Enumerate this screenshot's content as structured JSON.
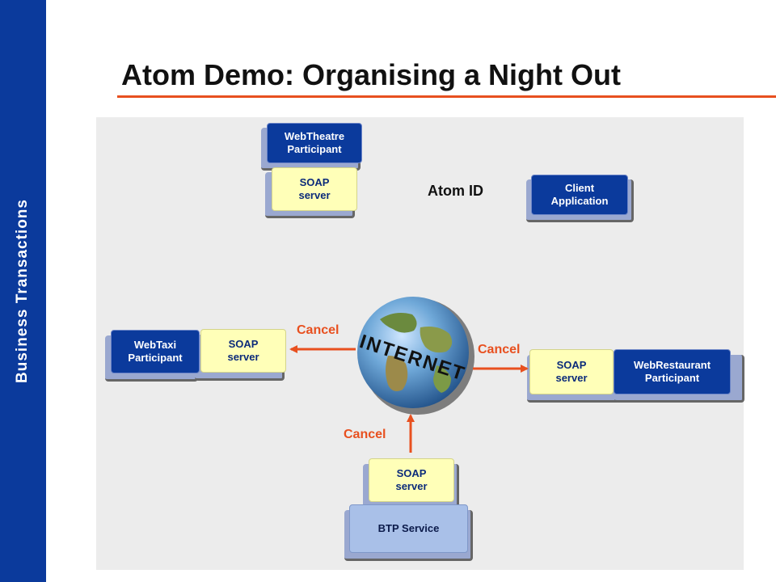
{
  "sidebar": {
    "label": "Business Transactions"
  },
  "slide": {
    "title": "Atom Demo: Organising a Night Out"
  },
  "diagram": {
    "atom_id_label": "Atom ID",
    "globe_label": "INTERNET",
    "cancel_label": "Cancel",
    "nodes": {
      "webtheatre": "WebTheatre\nParticipant",
      "soap_theatre": "SOAP\nserver",
      "client": "Client\nApplication",
      "webtaxi": "WebTaxi\nParticipant",
      "soap_taxi": "SOAP\nserver",
      "soap_restaurant": "SOAP\nserver",
      "webrestaurant": "WebRestaurant\nParticipant",
      "soap_btp": "SOAP\nserver",
      "btp_service": "BTP Service"
    }
  },
  "colors": {
    "sidebar": "#0b3a9c",
    "accent": "#e8501f",
    "participant_box": "#0b3a9c",
    "soap_box": "#ffffb8",
    "service_box": "#a9c0e8"
  }
}
